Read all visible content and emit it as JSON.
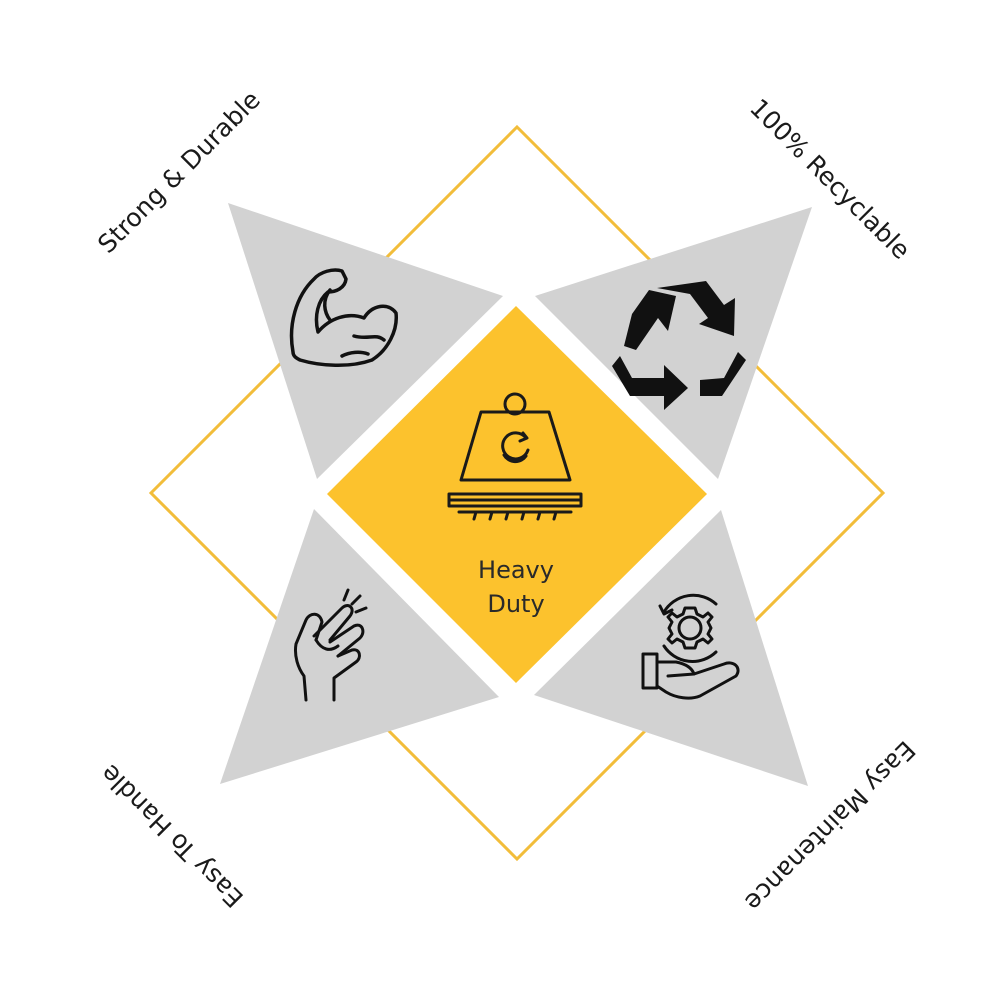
{
  "diagram": {
    "center": {
      "line1": "Heavy",
      "line2": "Duty",
      "icon": "weight-on-platform-icon"
    },
    "features": [
      {
        "label": "Strong & Durable",
        "icon": "flexed-arm-icon",
        "position": "top-left"
      },
      {
        "label": "100% Recyclable",
        "icon": "recycle-icon",
        "position": "top-right"
      },
      {
        "label": "Easy Maintenance",
        "icon": "hand-gear-icon",
        "position": "bottom-right"
      },
      {
        "label": "Easy To Handle",
        "icon": "snapping-fingers-icon",
        "position": "bottom-left"
      }
    ],
    "colors": {
      "accent": "#fcc22d",
      "outline": "#f2bd3a",
      "panel": "#d2d2d2",
      "text": "#1a1a1a",
      "icon": "#111111"
    }
  }
}
